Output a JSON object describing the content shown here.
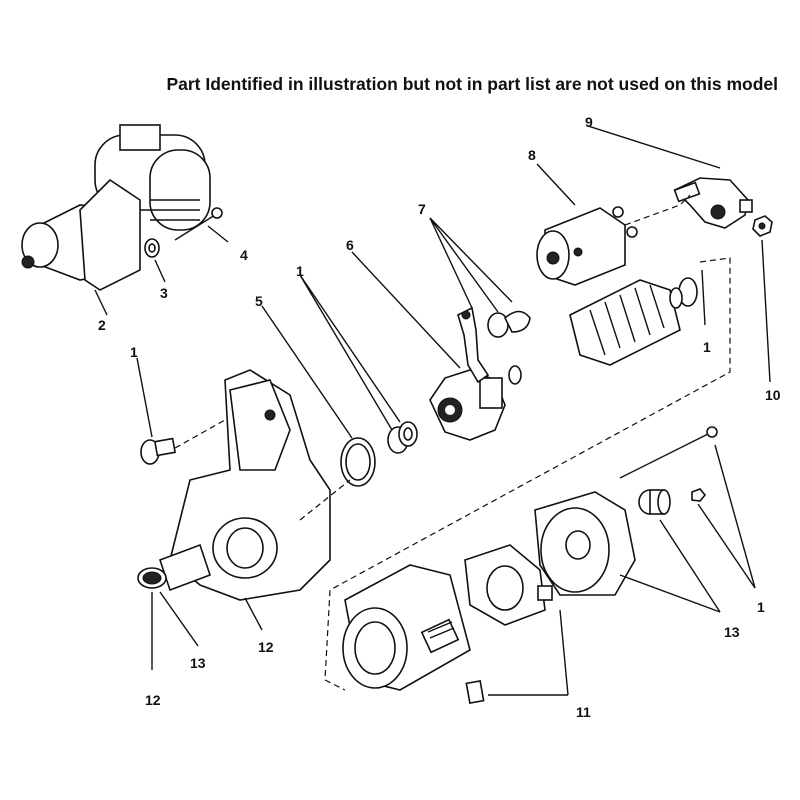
{
  "note": "Part Identified in illustration but not in part list are not used on this model",
  "callouts": {
    "c1_bolt": "1",
    "c1_washers": "1",
    "c1_armature": "1",
    "c1_screws": "1",
    "c2": "2",
    "c3": "3",
    "c4": "4",
    "c5": "5",
    "c6": "6",
    "c7": "7",
    "c8": "8",
    "c9": "9",
    "c10": "10",
    "c11": "11",
    "c12_housing": "12",
    "c12_nose": "12",
    "c13_nose": "13",
    "c13_bushing": "13"
  }
}
